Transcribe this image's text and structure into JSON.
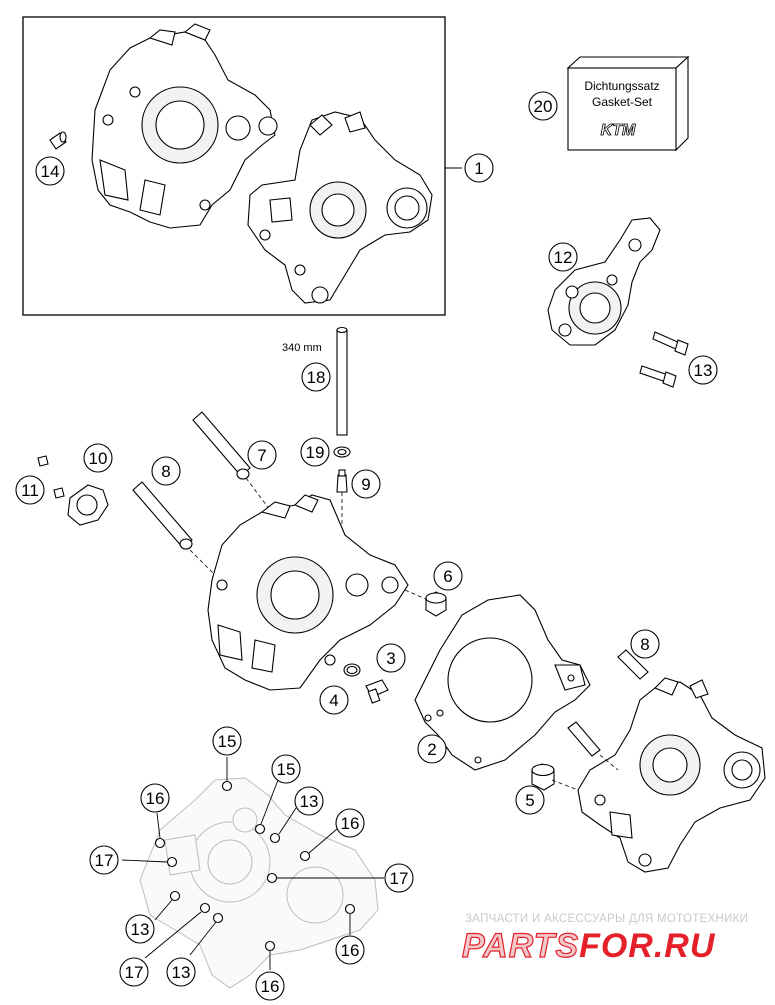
{
  "labels": {
    "pipe_length": "340 mm",
    "gasket_set_line1": "Dichtungssatz",
    "gasket_set_line2": "Gasket-Set",
    "gasket_set_brand": "KTM"
  },
  "callouts": [
    {
      "id": "c1",
      "num": "1"
    },
    {
      "id": "c2",
      "num": "2"
    },
    {
      "id": "c3",
      "num": "3"
    },
    {
      "id": "c4",
      "num": "4"
    },
    {
      "id": "c5",
      "num": "5"
    },
    {
      "id": "c6",
      "num": "6"
    },
    {
      "id": "c7",
      "num": "7"
    },
    {
      "id": "c8a",
      "num": "8"
    },
    {
      "id": "c8b",
      "num": "8"
    },
    {
      "id": "c9",
      "num": "9"
    },
    {
      "id": "c10",
      "num": "10"
    },
    {
      "id": "c11",
      "num": "11"
    },
    {
      "id": "c12",
      "num": "12"
    },
    {
      "id": "c13a",
      "num": "13"
    },
    {
      "id": "c13b",
      "num": "13"
    },
    {
      "id": "c13c",
      "num": "13"
    },
    {
      "id": "c13d",
      "num": "13"
    },
    {
      "id": "c14",
      "num": "14"
    },
    {
      "id": "c15a",
      "num": "15"
    },
    {
      "id": "c15b",
      "num": "15"
    },
    {
      "id": "c16a",
      "num": "16"
    },
    {
      "id": "c16b",
      "num": "16"
    },
    {
      "id": "c16c",
      "num": "16"
    },
    {
      "id": "c16d",
      "num": "16"
    },
    {
      "id": "c17a",
      "num": "17"
    },
    {
      "id": "c17b",
      "num": "17"
    },
    {
      "id": "c17c",
      "num": "17"
    },
    {
      "id": "c18",
      "num": "18"
    },
    {
      "id": "c19",
      "num": "19"
    },
    {
      "id": "c20",
      "num": "20"
    }
  ],
  "watermark": {
    "tagline": "ЗАПЧАСТИ И АКСЕССУАРЫ ДЛЯ МОТОТЕХНИКИ",
    "brand_part1": "PARTS",
    "brand_part2": "FOR.RU",
    "color_red": "#e4202a",
    "color_light": "#f2c9cb"
  },
  "colors": {
    "line": "#000000",
    "background": "#ffffff",
    "ghost_line": "#bdbdbd"
  }
}
